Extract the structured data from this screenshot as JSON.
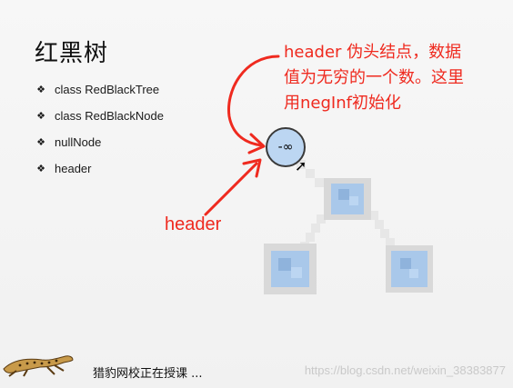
{
  "slide": {
    "title": "红黑树",
    "bullets": [
      {
        "marker": "❖",
        "text": "class RedBlackTree"
      },
      {
        "marker": "❖",
        "text": "class RedBlackNode"
      },
      {
        "marker": "❖",
        "text": "nullNode"
      },
      {
        "marker": "❖",
        "text": "header"
      }
    ]
  },
  "annotation": {
    "note_lines": [
      "header 伪头结点，数据",
      "值为无穷的一个数。这里",
      "用negInf初始化"
    ],
    "pointer_label": "header",
    "color": "#ef2a1f"
  },
  "tree": {
    "header_node_label": "-∞",
    "node_fill": "#bcd6f2"
  },
  "footer": {
    "caption": "猎豹网校正在授课 ...",
    "watermark": "https://blog.csdn.net/weixin_38383877",
    "logo_icon": "cheetah-icon"
  }
}
